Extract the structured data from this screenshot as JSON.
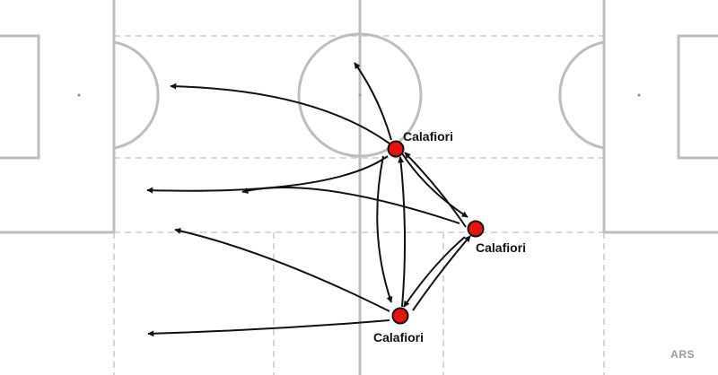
{
  "players": [
    {
      "id": "p1",
      "name": "Calafiori"
    },
    {
      "id": "p2",
      "name": "Calafiori"
    },
    {
      "id": "p3",
      "name": "Calafiori"
    }
  ],
  "team": "ARS",
  "colors": {
    "node": "#e8130f",
    "pass": "#111111",
    "pitch_line": "#bdbdbd",
    "pitch_dashed": "#cccccc"
  }
}
